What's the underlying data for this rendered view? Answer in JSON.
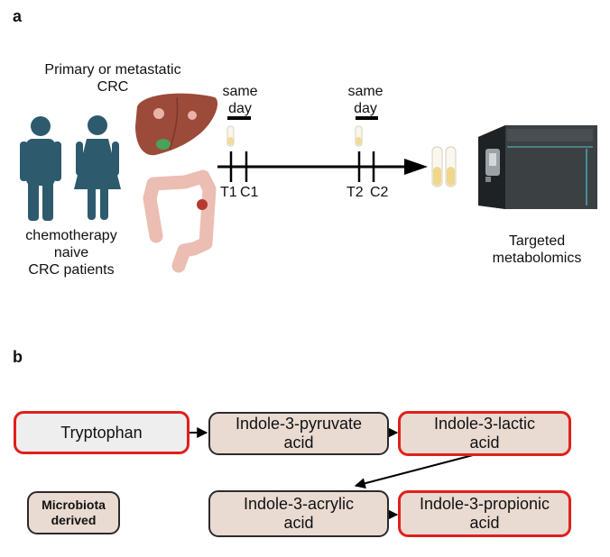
{
  "panel_a": {
    "label": "a",
    "cohort_title_line1": "Primary or metastatic",
    "cohort_title_line2": "CRC",
    "patients_line1": "chemotherapy",
    "patients_line2": "naive",
    "patients_line3": "CRC patients",
    "same_day_1_line1": "same",
    "same_day_1_line2": "day",
    "same_day_2_line1": "same",
    "same_day_2_line2": "day",
    "timepoint_t1": "T1",
    "timepoint_c1": "C1",
    "timepoint_t2": "T2",
    "timepoint_c2": "C2",
    "analysis_line1": "Targeted",
    "analysis_line2": "metabolomics"
  },
  "panel_b": {
    "label": "b",
    "nodes": {
      "tryptophan": "Tryptophan",
      "indole_pyruvate_line1": "Indole-3-pyruvate",
      "indole_pyruvate_line2": "acid",
      "indole_lactic_line1": "Indole-3-lactic",
      "indole_lactic_line2": "acid",
      "indole_acrylic_line1": "Indole-3-acrylic",
      "indole_acrylic_line2": "acid",
      "indole_propionic_line1": "Indole-3-propionic",
      "indole_propionic_line2": "acid"
    },
    "legend_line1": "Microbiota",
    "legend_line2": "derived"
  },
  "colors": {
    "person": "#2e5a6e",
    "highlight_border": "#e0201b",
    "node_fill": "#eadbd2",
    "start_fill": "#eeeeee",
    "liver": "#9c4a3a",
    "colon": "#ecbdb2"
  }
}
